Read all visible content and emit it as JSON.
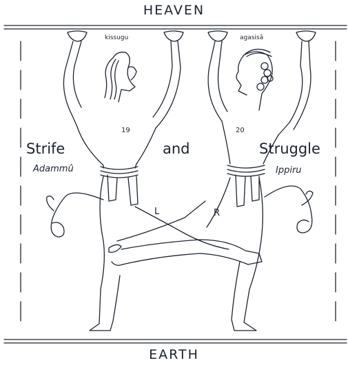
{
  "labels": {
    "top": "HEAVEN",
    "bottom": "EARTH",
    "left_word": "Strife",
    "middle_word": "and",
    "right_word": "Struggle",
    "left_name": "Adammû",
    "right_name": "Ippiru",
    "left_head": "kissugu",
    "right_head": "agasisâ",
    "left_number": "19",
    "right_number": "20",
    "left_leg": "L",
    "right_leg": "R"
  },
  "colors": {
    "ink": "#1c2230",
    "paper": "#ffffff"
  }
}
